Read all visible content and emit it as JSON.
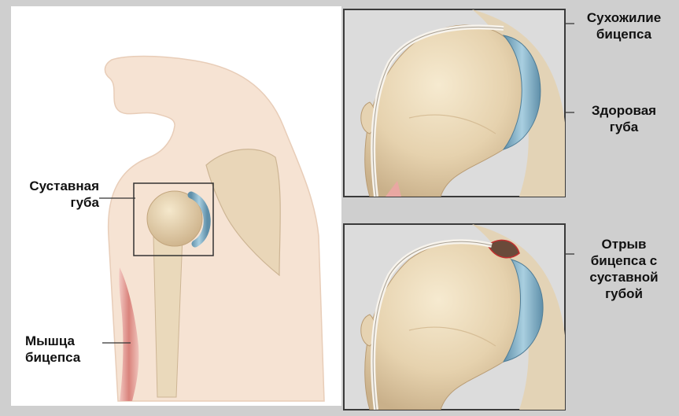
{
  "image": {
    "labels": {
      "labrum": "Суставная\nгуба",
      "biceps_muscle": "Мышца\nбицепса",
      "biceps_tendon": "Сухожилие\nбицепса",
      "healthy_labrum": "Здоровая\nгуба",
      "biceps_tear": "Отрыв\nбицепса с\nсуставной\nгубой"
    }
  }
}
